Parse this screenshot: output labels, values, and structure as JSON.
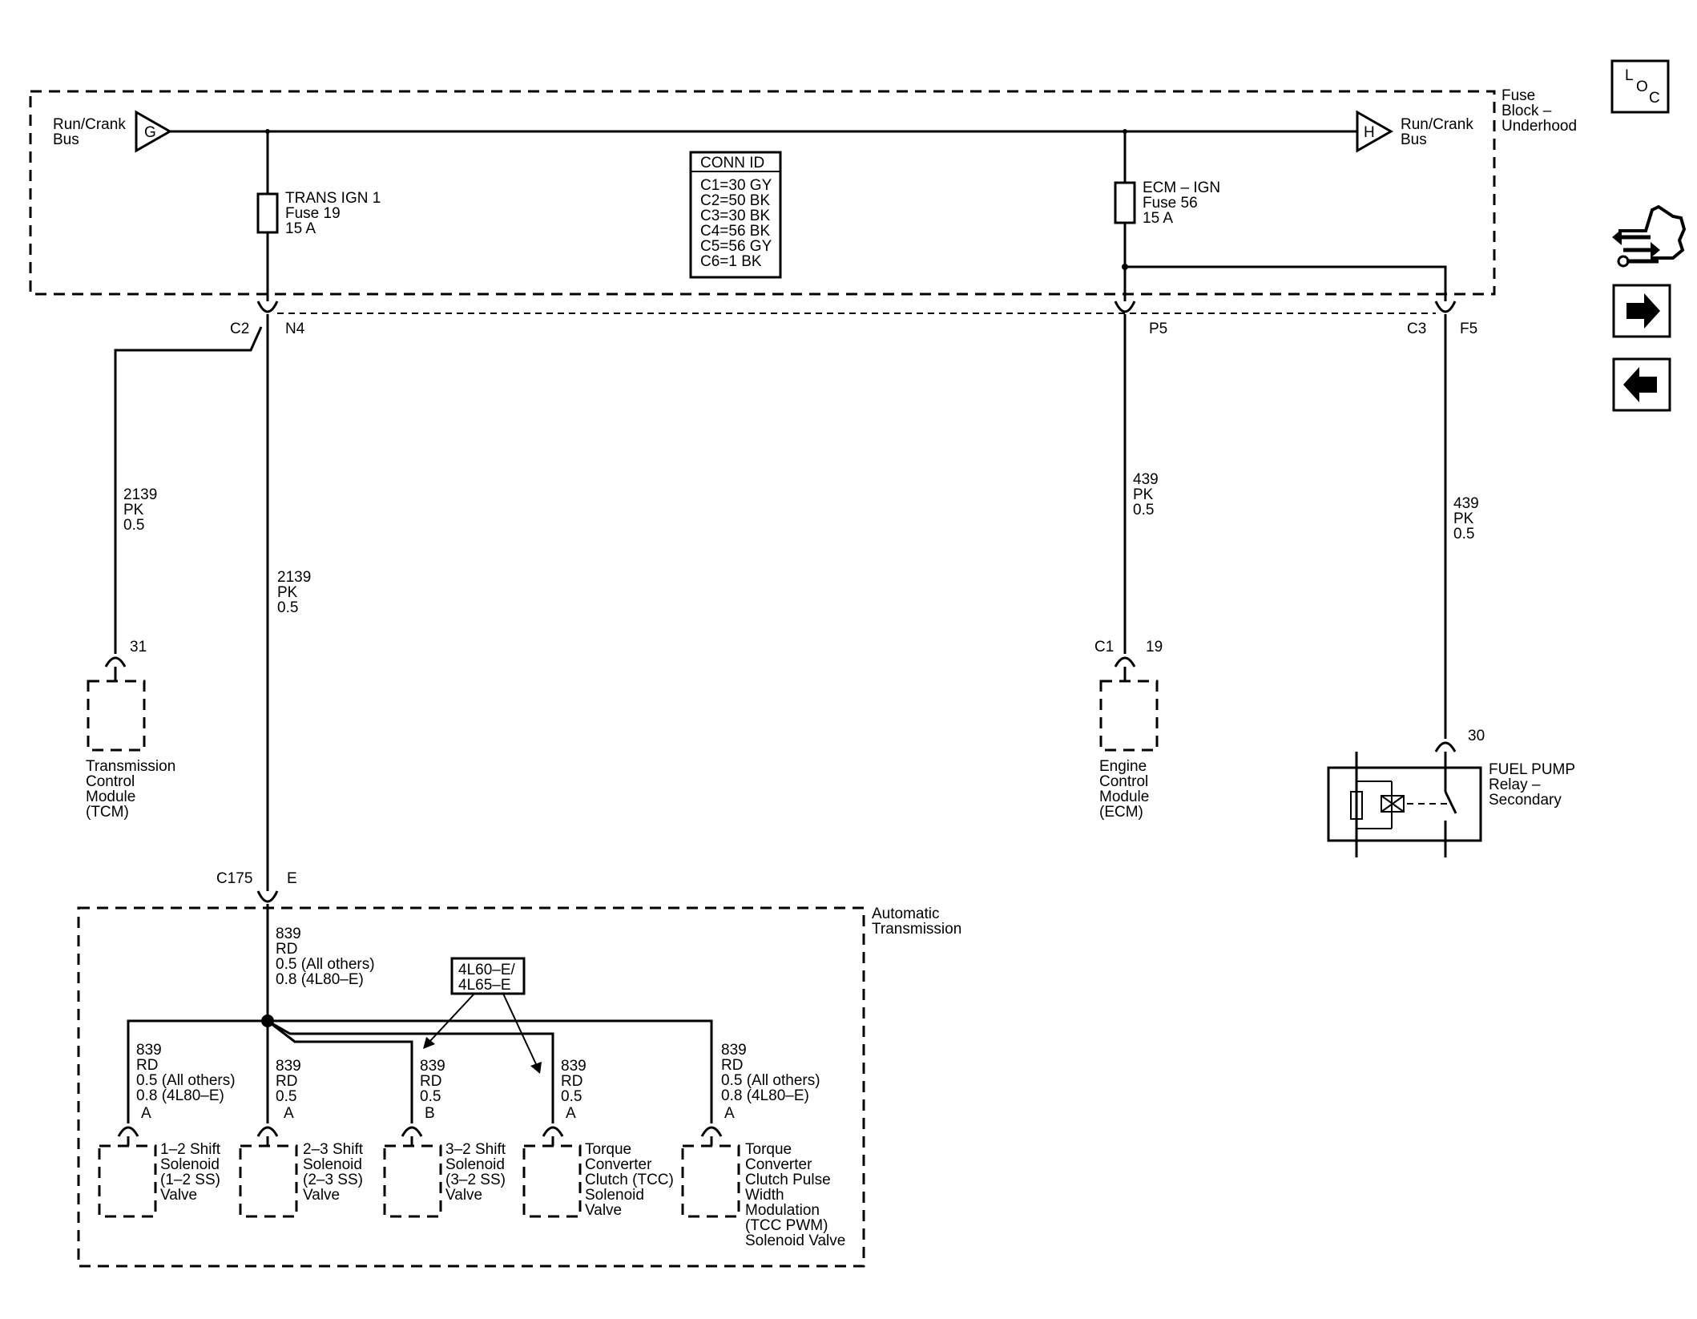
{
  "fuse_block": {
    "label_lines": [
      "Fuse",
      "Block –",
      "Underhood"
    ],
    "bus_left": {
      "letter": "G",
      "lines": [
        "Run/Crank",
        "Bus"
      ]
    },
    "bus_right": {
      "letter": "H",
      "lines": [
        "Run/Crank",
        "Bus"
      ]
    },
    "fuse_trans": [
      "TRANS IGN 1",
      "Fuse 19",
      "15 A"
    ],
    "fuse_ecm": [
      "ECM – IGN",
      "Fuse 56",
      "15 A"
    ]
  },
  "conn_id": {
    "title": "CONN ID",
    "rows": [
      "C1=30 GY",
      "C2=50 BK",
      "C3=30 BK",
      "C4=56 BK",
      "C5=56 GY",
      "C6=1 BK"
    ]
  },
  "connectors": {
    "c2": "C2",
    "n4": "N4",
    "p5": "P5",
    "c3": "C3",
    "f5": "F5",
    "tcm_pin": "31",
    "ecm_conn": "C1",
    "ecm_pin": "19",
    "relay_pin": "30",
    "c175": "C175",
    "c175_pin": "E"
  },
  "wires": {
    "tcm": [
      "2139",
      "PK",
      "0.5"
    ],
    "trans": [
      "2139",
      "PK",
      "0.5"
    ],
    "ecm": [
      "439",
      "PK",
      "0.5"
    ],
    "relay": [
      "439",
      "PK",
      "0.5"
    ],
    "auto_main": [
      "839",
      "RD",
      "0.5 (All others)",
      "0.8 (4L80–E)"
    ],
    "s12": [
      "839",
      "RD",
      "0.5 (All others)",
      "0.8 (4L80–E)"
    ],
    "s23": [
      "839",
      "RD",
      "0.5"
    ],
    "s32": [
      "839",
      "RD",
      "0.5"
    ],
    "tcc": [
      "839",
      "RD",
      "0.5"
    ],
    "pwm": [
      "839",
      "RD",
      "0.5 (All others)",
      "0.8 (4L80–E)"
    ]
  },
  "components": {
    "tcm": [
      "Transmission",
      "Control",
      "Module",
      "(TCM)"
    ],
    "ecm": [
      "Engine",
      "Control",
      "Module",
      "(ECM)"
    ],
    "relay": [
      "FUEL PUMP",
      "Relay –",
      "Secondary"
    ],
    "auto_trans": [
      "Automatic",
      "Transmission"
    ],
    "variant_box": [
      "4L60–E/",
      "4L65–E"
    ],
    "sol_12": {
      "pin": "A",
      "lines": [
        "1–2 Shift",
        "Solenoid",
        "(1–2 SS)",
        "Valve"
      ]
    },
    "sol_23": {
      "pin": "A",
      "lines": [
        "2–3 Shift",
        "Solenoid",
        "(2–3 SS)",
        "Valve"
      ]
    },
    "sol_32": {
      "pin": "B",
      "lines": [
        "3–2 Shift",
        "Solenoid",
        "(3–2 SS)",
        "Valve"
      ]
    },
    "sol_tcc": {
      "pin": "A",
      "lines": [
        "Torque",
        "Converter",
        "Clutch (TCC)",
        "Solenoid",
        "Valve"
      ]
    },
    "sol_pwm": {
      "pin": "A",
      "lines": [
        "Torque",
        "Converter",
        "Clutch Pulse",
        "Width",
        "Modulation",
        "(TCC PWM)",
        "Solenoid Valve"
      ]
    }
  },
  "nav": {
    "loc": [
      "L",
      "O",
      "C"
    ],
    "icons": [
      "wiring-harness-icon",
      "next-arrow-icon",
      "previous-arrow-icon"
    ]
  }
}
